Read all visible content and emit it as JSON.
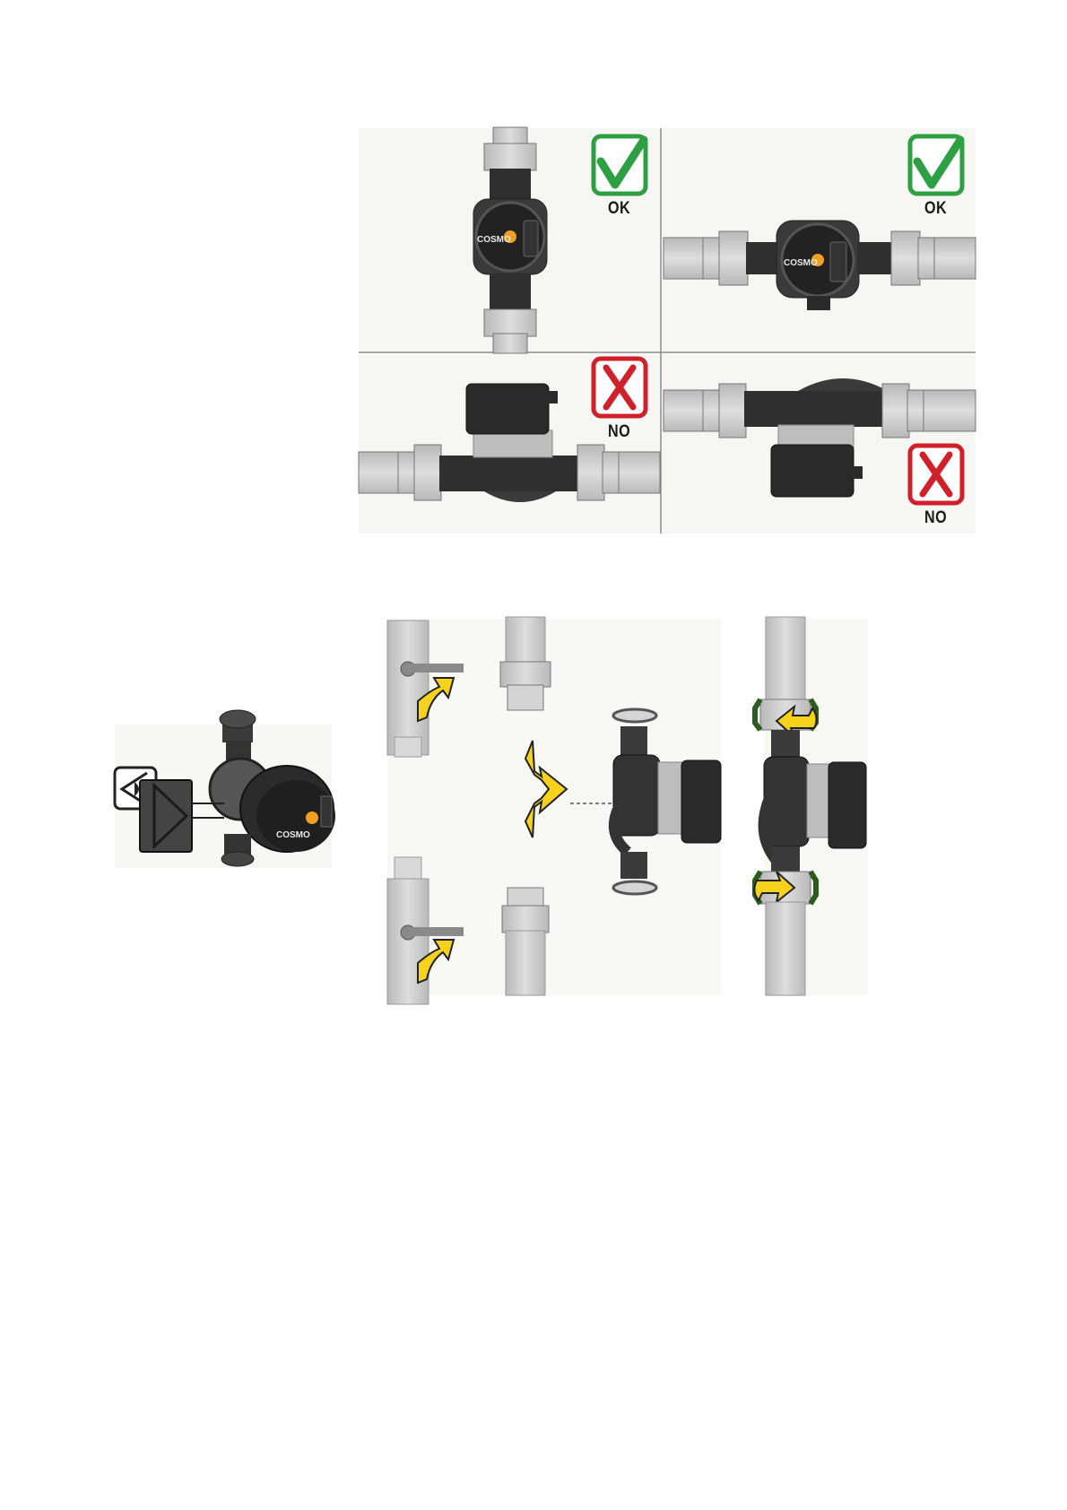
{
  "orientation_panels": [
    {
      "id": "vertical-ok",
      "label": "OK",
      "status": "allowed"
    },
    {
      "id": "horizontal-ok",
      "label": "OK",
      "status": "allowed"
    },
    {
      "id": "motor-up-no",
      "label": "NO",
      "status": "forbidden"
    },
    {
      "id": "motor-down-no",
      "label": "NO",
      "status": "forbidden"
    }
  ],
  "brand_logo": "COSMO",
  "colors": {
    "ok_green": "#2ea043",
    "no_red": "#d0202a",
    "arrow_yellow": "#f7d21c",
    "pump_dark": "#2b2b2b",
    "pipe_grey": "#cfcfcf",
    "panel_bg": "#f7f7f5",
    "gasket_green": "#2d5a1e"
  },
  "icons": [
    "check-icon",
    "cross-icon",
    "eye-icon",
    "flow-direction-icon",
    "rotate-arrow-icon",
    "insert-arrow-icon",
    "valve-lever-icon"
  ]
}
